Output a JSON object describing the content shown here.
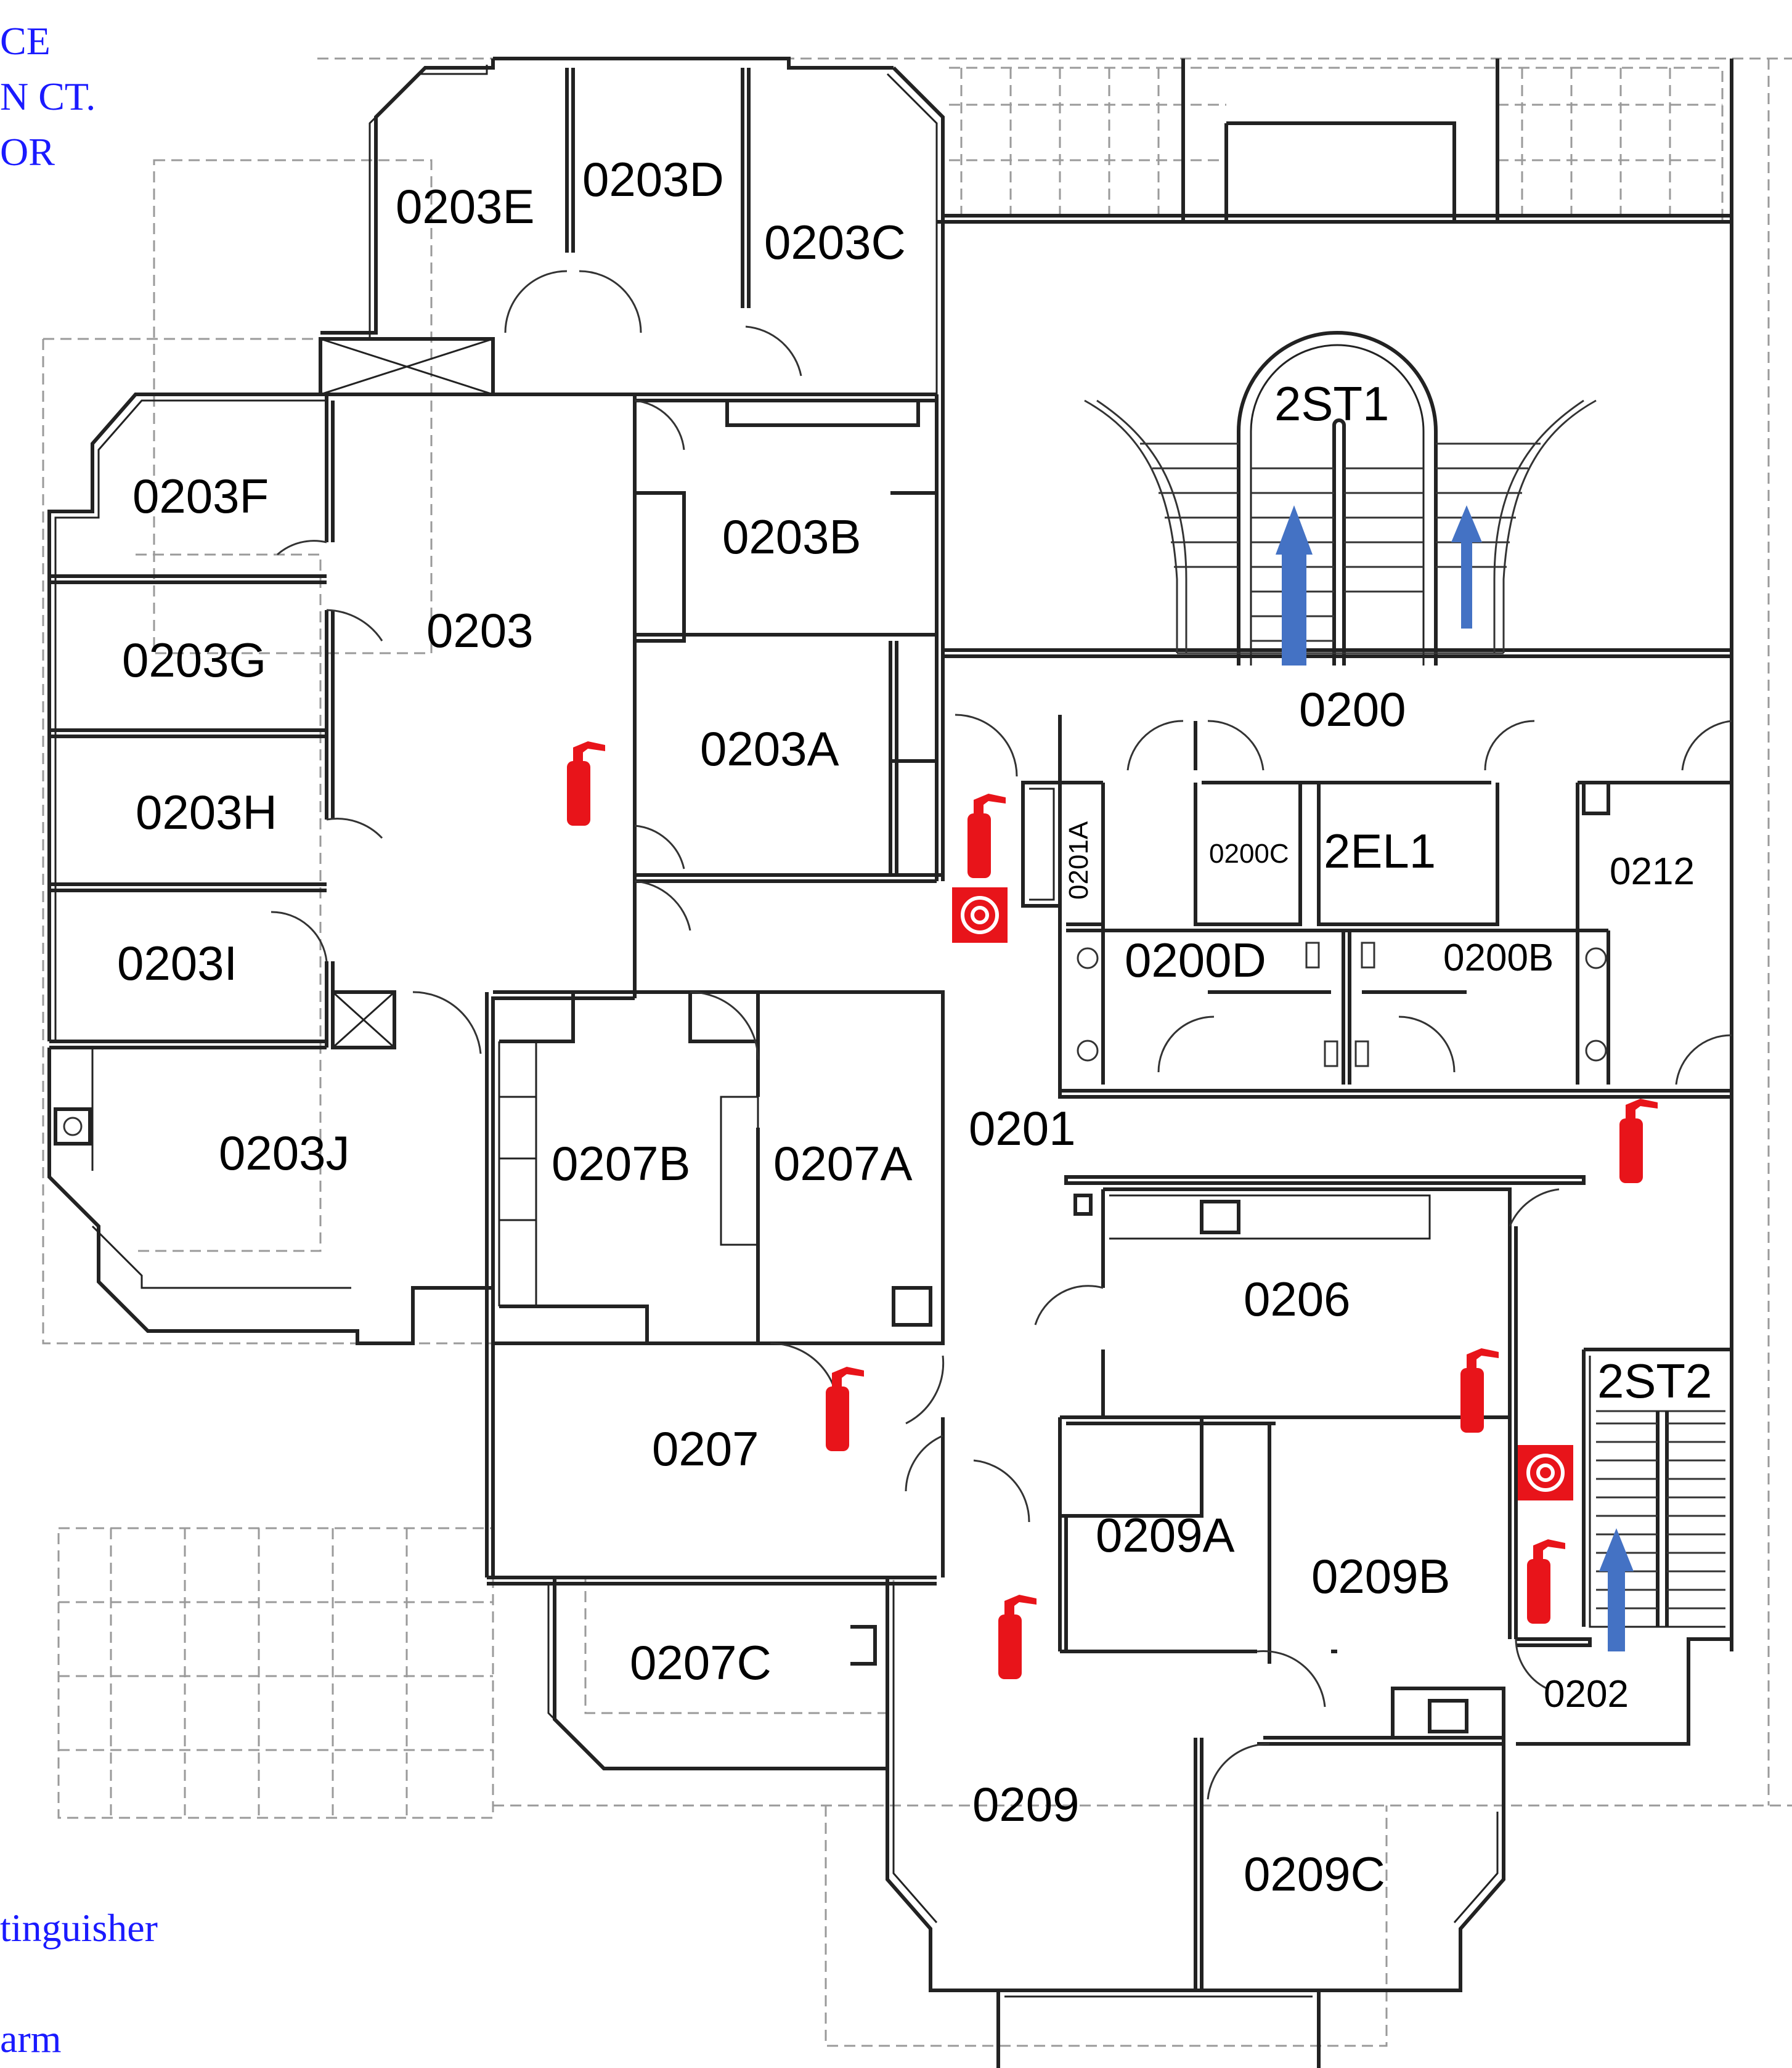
{
  "header": {
    "lines": [
      "CE",
      "N CT.",
      "OR"
    ]
  },
  "legend": {
    "extinguisher_label": "tinguisher",
    "alarm_label": "arm"
  },
  "rooms": {
    "r0203E": "0203E",
    "r0203D": "0203D",
    "r0203C": "0203C",
    "r0203F": "0203F",
    "r0203B": "0203B",
    "r0203": "0203",
    "r0203G": "0203G",
    "r0203A": "0203A",
    "r0203H": "0203H",
    "r0203I": "0203I",
    "r0203J": "0203J",
    "r0207B": "0207B",
    "r0207A": "0207A",
    "r0201": "0201",
    "r0206": "0206",
    "r0207": "0207",
    "r0209A": "0209A",
    "r0209B": "0209B",
    "r0207C": "0207C",
    "r0202": "0202",
    "r0209": "0209",
    "r0209C": "0209C",
    "r2ST1": "2ST1",
    "r0200": "0200",
    "r0200C": "0200C",
    "r2EL1": "2EL1",
    "r0212": "0212",
    "r0201A": "0201A",
    "r0200D": "0200D",
    "r0200B": "0200B",
    "r2ST2": "2ST2"
  },
  "icons": {
    "extinguisher_color": "#e8141a",
    "alarm_color": "#e8141a",
    "arrow_color": "#4472c4"
  }
}
